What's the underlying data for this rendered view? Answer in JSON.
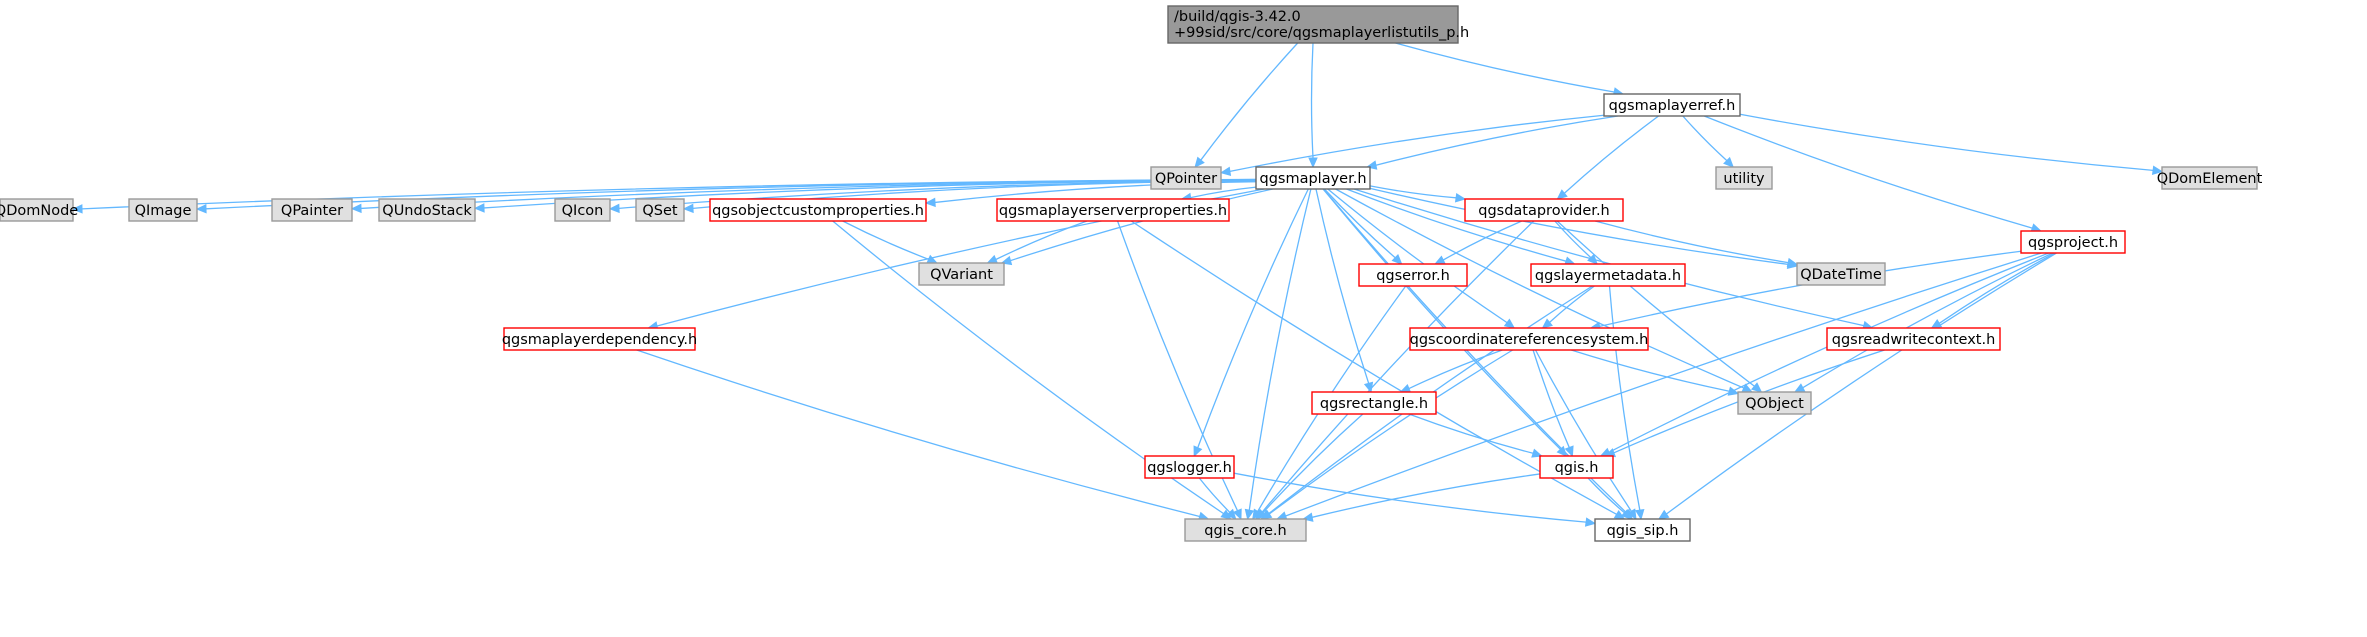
{
  "diagram": {
    "nodes": [
      {
        "id": "root",
        "lines": [
          "/build/qgis-3.42.0",
          "+99sid/src/core/qgsmaplayerlistutils_p.h"
        ],
        "style": "root"
      },
      {
        "id": "maplayerref",
        "lines": [
          "qgsmaplayerref.h"
        ],
        "style": "doc"
      },
      {
        "id": "qpointer",
        "lines": [
          "QPointer"
        ],
        "style": "ext"
      },
      {
        "id": "maplayer",
        "lines": [
          "qgsmaplayer.h"
        ],
        "style": "doc"
      },
      {
        "id": "utility",
        "lines": [
          "utility"
        ],
        "style": "ext"
      },
      {
        "id": "qdomelement",
        "lines": [
          "QDomElement"
        ],
        "style": "ext"
      },
      {
        "id": "qdomnode",
        "lines": [
          "QDomNode"
        ],
        "style": "ext"
      },
      {
        "id": "qimage",
        "lines": [
          "QImage"
        ],
        "style": "ext"
      },
      {
        "id": "qpainter",
        "lines": [
          "QPainter"
        ],
        "style": "ext"
      },
      {
        "id": "qundostack",
        "lines": [
          "QUndoStack"
        ],
        "style": "ext"
      },
      {
        "id": "qicon",
        "lines": [
          "QIcon"
        ],
        "style": "ext"
      },
      {
        "id": "qset",
        "lines": [
          "QSet"
        ],
        "style": "ext"
      },
      {
        "id": "objcustprops",
        "lines": [
          "qgsobjectcustomproperties.h"
        ],
        "style": "red"
      },
      {
        "id": "serverprops",
        "lines": [
          "qgsmaplayerserverproperties.h"
        ],
        "style": "red"
      },
      {
        "id": "dataprovider",
        "lines": [
          "qgsdataprovider.h"
        ],
        "style": "red"
      },
      {
        "id": "project",
        "lines": [
          "qgsproject.h"
        ],
        "style": "red"
      },
      {
        "id": "qvariant",
        "lines": [
          "QVariant"
        ],
        "style": "ext"
      },
      {
        "id": "error",
        "lines": [
          "qgserror.h"
        ],
        "style": "red"
      },
      {
        "id": "layermeta",
        "lines": [
          "qgslayermetadata.h"
        ],
        "style": "red"
      },
      {
        "id": "qdatetime",
        "lines": [
          "QDateTime"
        ],
        "style": "ext"
      },
      {
        "id": "dependency",
        "lines": [
          "qgsmaplayerdependency.h"
        ],
        "style": "red"
      },
      {
        "id": "crs",
        "lines": [
          "qgscoordinatereferencesystem.h"
        ],
        "style": "red"
      },
      {
        "id": "readwrite",
        "lines": [
          "qgsreadwritecontext.h"
        ],
        "style": "red"
      },
      {
        "id": "qobject",
        "lines": [
          "QObject"
        ],
        "style": "ext"
      },
      {
        "id": "rectangle",
        "lines": [
          "qgsrectangle.h"
        ],
        "style": "red"
      },
      {
        "id": "logger",
        "lines": [
          "qgslogger.h"
        ],
        "style": "red"
      },
      {
        "id": "qgis",
        "lines": [
          "qgis.h"
        ],
        "style": "red"
      },
      {
        "id": "core",
        "lines": [
          "qgis_core.h"
        ],
        "style": "ext"
      },
      {
        "id": "sip",
        "lines": [
          "qgis_sip.h"
        ],
        "style": "doc"
      }
    ],
    "edges": [
      [
        "root",
        "qpointer"
      ],
      [
        "root",
        "maplayer"
      ],
      [
        "root",
        "maplayerref"
      ],
      [
        "maplayerref",
        "qpointer"
      ],
      [
        "maplayerref",
        "maplayer"
      ],
      [
        "maplayerref",
        "utility"
      ],
      [
        "maplayerref",
        "dataprovider"
      ],
      [
        "maplayerref",
        "project"
      ],
      [
        "maplayerref",
        "qdomelement"
      ],
      [
        "maplayer",
        "qdomnode"
      ],
      [
        "maplayer",
        "qimage"
      ],
      [
        "maplayer",
        "qpainter"
      ],
      [
        "maplayer",
        "qundostack"
      ],
      [
        "maplayer",
        "qicon"
      ],
      [
        "maplayer",
        "qset"
      ],
      [
        "maplayer",
        "objcustprops"
      ],
      [
        "maplayer",
        "serverprops"
      ],
      [
        "maplayer",
        "qvariant"
      ],
      [
        "maplayer",
        "dependency"
      ],
      [
        "maplayer",
        "core"
      ],
      [
        "maplayer",
        "dataprovider"
      ],
      [
        "maplayer",
        "error"
      ],
      [
        "maplayer",
        "layermeta"
      ],
      [
        "maplayer",
        "qdatetime"
      ],
      [
        "maplayer",
        "crs"
      ],
      [
        "maplayer",
        "readwrite"
      ],
      [
        "maplayer",
        "qobject"
      ],
      [
        "maplayer",
        "rectangle"
      ],
      [
        "maplayer",
        "logger"
      ],
      [
        "maplayer",
        "qgis"
      ],
      [
        "maplayer",
        "sip"
      ],
      [
        "objcustprops",
        "qvariant"
      ],
      [
        "objcustprops",
        "core"
      ],
      [
        "serverprops",
        "qvariant"
      ],
      [
        "serverprops",
        "core"
      ],
      [
        "serverprops",
        "sip"
      ],
      [
        "dataprovider",
        "error"
      ],
      [
        "dataprovider",
        "layermeta"
      ],
      [
        "dataprovider",
        "qdatetime"
      ],
      [
        "dataprovider",
        "qobject"
      ],
      [
        "dataprovider",
        "core"
      ],
      [
        "project",
        "crs"
      ],
      [
        "project",
        "readwrite"
      ],
      [
        "project",
        "qobject"
      ],
      [
        "project",
        "qgis"
      ],
      [
        "project",
        "core"
      ],
      [
        "project",
        "sip"
      ],
      [
        "error",
        "core"
      ],
      [
        "layermeta",
        "crs"
      ],
      [
        "layermeta",
        "core"
      ],
      [
        "layermeta",
        "sip"
      ],
      [
        "dependency",
        "core"
      ],
      [
        "crs",
        "rectangle"
      ],
      [
        "crs",
        "qobject"
      ],
      [
        "crs",
        "qgis"
      ],
      [
        "crs",
        "core"
      ],
      [
        "crs",
        "sip"
      ],
      [
        "readwrite",
        "qgis"
      ],
      [
        "rectangle",
        "qgis"
      ],
      [
        "rectangle",
        "core"
      ],
      [
        "logger",
        "core"
      ],
      [
        "logger",
        "sip"
      ],
      [
        "qgis",
        "core"
      ],
      [
        "qgis",
        "sip"
      ]
    ]
  }
}
